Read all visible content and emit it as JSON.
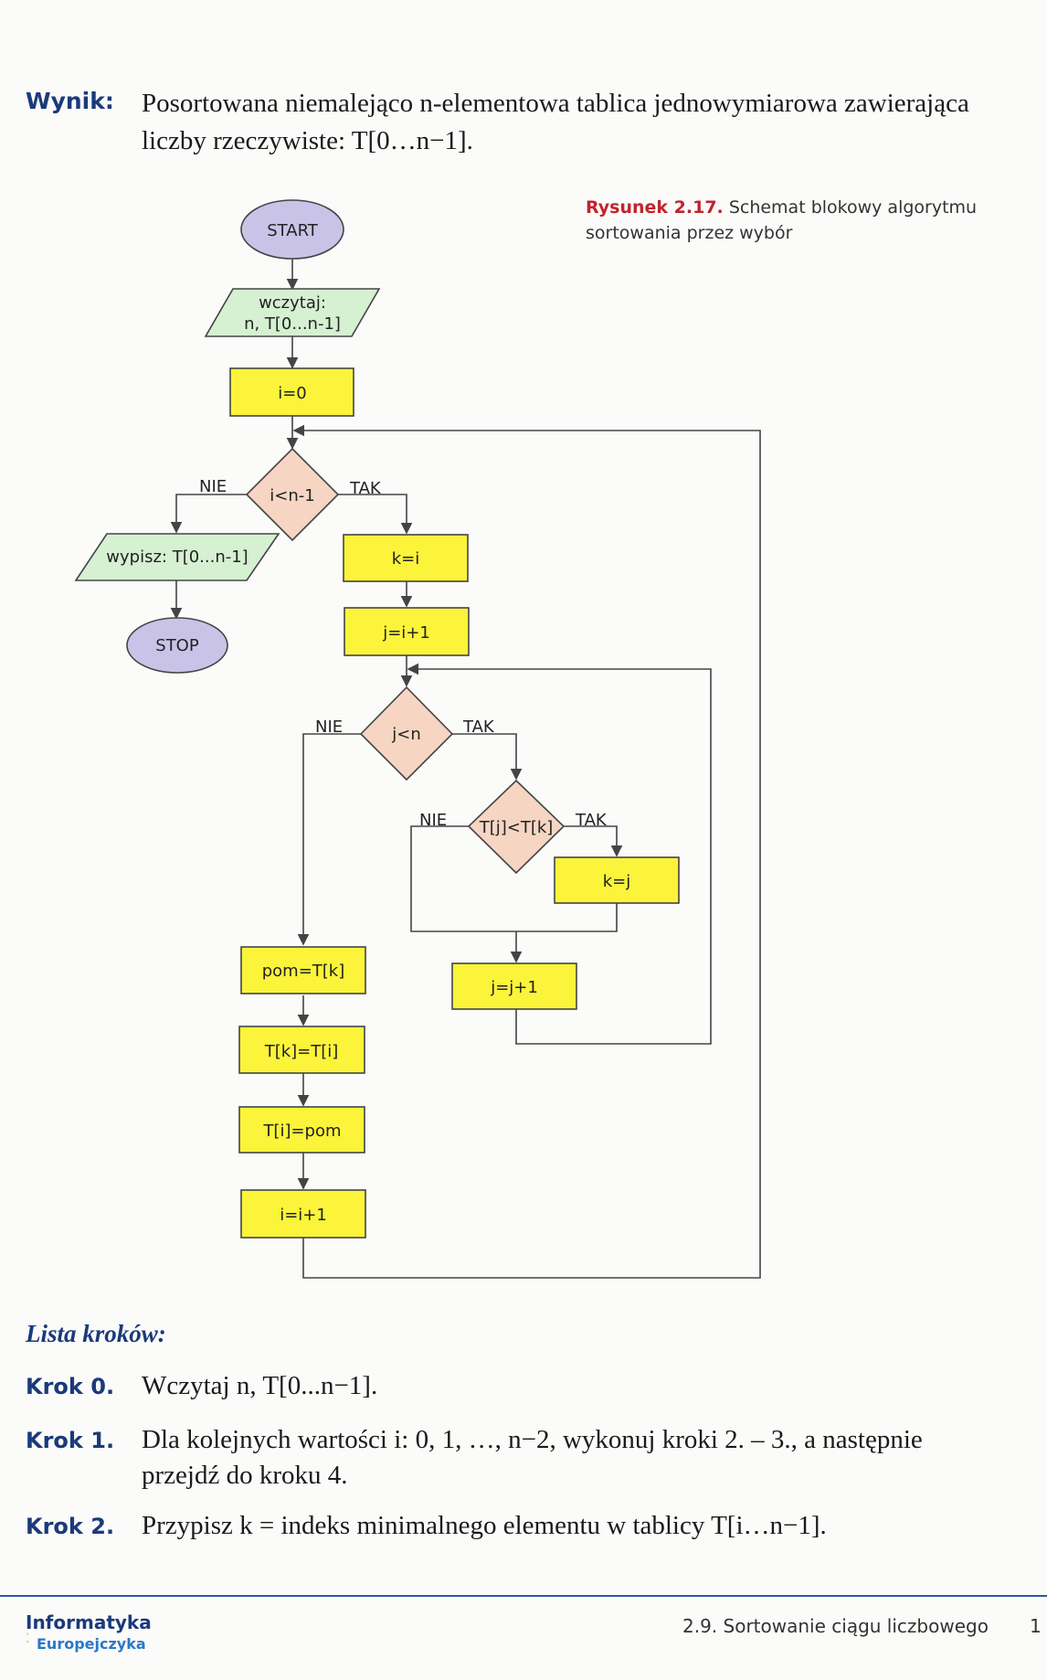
{
  "header": {
    "wynik_label": "Wynik:",
    "wynik_text": "Posortowana niemalejąco n-elementowa tablica jednowymiarowa zawierająca liczby rzeczywiste: T[0…n−1]."
  },
  "figure": {
    "caption_number": "Rysunek 2.17.",
    "caption_text": "Schemat blokowy algorytmu sortowania przez wybór"
  },
  "flowchart": {
    "start": "START",
    "read_line1": "wczytaj:",
    "read_line2": "n, T[0...n-1]",
    "init_i": "i=0",
    "cond_outer": "i<n-1",
    "no": "NIE",
    "yes": "TAK",
    "write_out": "wypisz: T[0...n-1]",
    "stop": "STOP",
    "assign_k": "k=i",
    "assign_j": "j=i+1",
    "cond_inner": "j<n",
    "cond_compare": "T[j]<T[k]",
    "assign_kj": "k=j",
    "inc_j": "j=j+1",
    "swap1": "pom=T[k]",
    "swap2": "T[k]=T[i]",
    "swap3": "T[i]=pom",
    "inc_i": "i=i+1",
    "colors": {
      "terminal": "#c9c3e8",
      "io": "#d6f0d2",
      "process": "#fbf43a",
      "decision": "#f6d5c3",
      "line": "#444444"
    }
  },
  "steps": {
    "title": "Lista kroków:",
    "items": [
      {
        "label": "Krok 0.",
        "text": "Wczytaj n, T[0...n−1]."
      },
      {
        "label": "Krok 1.",
        "text": "Dla kolejnych wartości i: 0, 1, …, n−2, wykonuj kroki 2. – 3., a następnie przejdź do kroku 4."
      },
      {
        "label": "Krok 2.",
        "text": "Przypisz k = indeks minimalnego elementu w tablicy T[i…n−1]."
      }
    ]
  },
  "footer": {
    "brand_top": "Informatyka",
    "brand_bottom": "Europejczyka",
    "section": "2.9. Sortowanie ciągu liczbowego",
    "page": "1"
  }
}
